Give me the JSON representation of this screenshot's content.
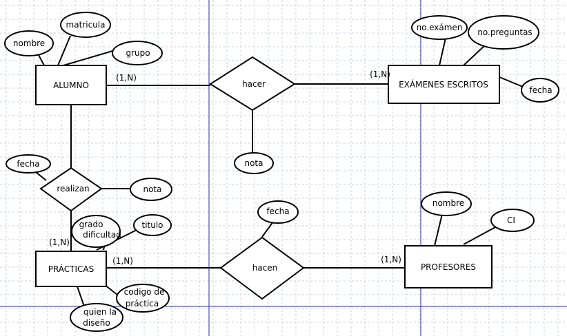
{
  "entities": {
    "alumno": "ALUMNO",
    "examenes": "EXÁMENES ESCRITOS",
    "practicas": "PRÁCTICAS",
    "profesores": "PROFESORES"
  },
  "relationships": {
    "hacer": "hacer",
    "realizan": "realizan",
    "hacen": "hacen"
  },
  "attributes": {
    "alumno_nombre": "nombre",
    "alumno_matricula": "matricula",
    "alumno_grupo": "grupo",
    "examen_no_examen": "no.exámen",
    "examen_no_preguntas": "no.preguntas",
    "examen_fecha": "fecha",
    "hacer_nota": "nota",
    "realizan_fecha": "fecha",
    "realizan_nota": "nota",
    "practica_grado_line1": "grado",
    "practica_grado_line2": "dificultad",
    "practica_titulo": "titulo",
    "practica_codigo_line1": "codigo de",
    "practica_codigo_line2": "práctica",
    "practica_quien_line1": "quien la",
    "practica_quien_line2": "diseño",
    "hacen_fecha": "fecha",
    "profesor_nombre": "nombre",
    "profesor_ci": "CI"
  },
  "cardinalities": {
    "alumno_hacer": "(1,N)",
    "examenes_hacer": "(1,N)",
    "practicas_realizan": "(1,N)",
    "practicas_hacen": "(1,N)",
    "profesores_hacen": "(1,N)"
  }
}
